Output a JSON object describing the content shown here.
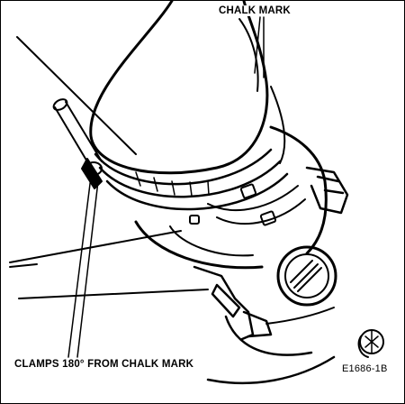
{
  "figure": {
    "labels": {
      "chalk_mark": "CHALK MARK",
      "clamps": "CLAMPS 180° FROM CHALK MARK",
      "figure_code": "E1686-1B"
    }
  }
}
